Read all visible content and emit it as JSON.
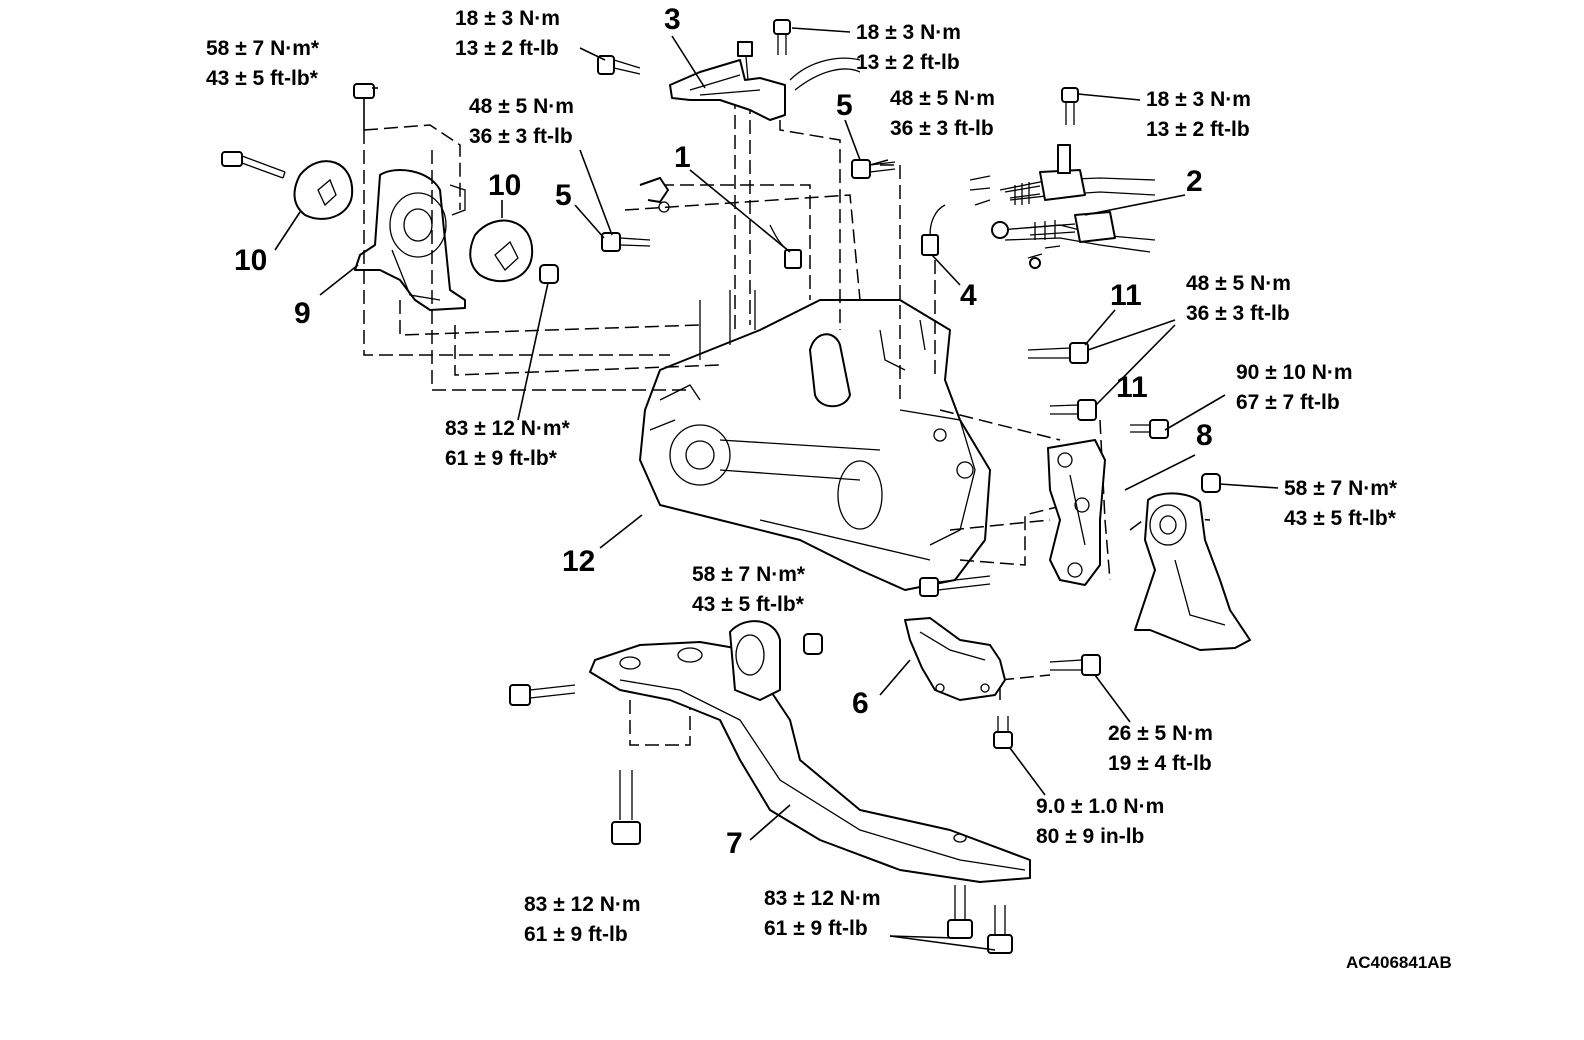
{
  "torque_labels": [
    {
      "id": "t1",
      "line1": "58 ± 7 N·m*",
      "line2": "43 ± 5 ft-lb*"
    },
    {
      "id": "t2",
      "line1": "18 ± 3 N·m",
      "line2": "13 ± 2 ft-lb"
    },
    {
      "id": "t3",
      "line1": "18 ± 3 N·m",
      "line2": "13 ± 2 ft-lb"
    },
    {
      "id": "t4",
      "line1": "48 ± 5 N·m",
      "line2": "36 ± 3 ft-lb"
    },
    {
      "id": "t5",
      "line1": "48 ± 5 N·m",
      "line2": "36 ± 3 ft-lb"
    },
    {
      "id": "t6",
      "line1": "18 ± 3 N·m",
      "line2": "13 ± 2 ft-lb"
    },
    {
      "id": "t7",
      "line1": "48 ± 5 N·m",
      "line2": "36 ± 3 ft-lb"
    },
    {
      "id": "t8",
      "line1": "90 ± 10 N·m",
      "line2": "67 ± 7 ft-lb"
    },
    {
      "id": "t9",
      "line1": "58 ± 7 N·m*",
      "line2": "43 ± 5 ft-lb*"
    },
    {
      "id": "t10",
      "line1": "83 ± 12 N·m*",
      "line2": "61 ± 9 ft-lb*"
    },
    {
      "id": "t11",
      "line1": "58 ± 7 N·m*",
      "line2": "43 ± 5 ft-lb*"
    },
    {
      "id": "t12",
      "line1": "26 ± 5 N·m",
      "line2": "19 ± 4 ft-lb"
    },
    {
      "id": "t13",
      "line1": "9.0 ± 1.0 N·m",
      "line2": "80 ± 9 in-lb"
    },
    {
      "id": "t14",
      "line1": "83 ± 12 N·m",
      "line2": "61 ± 9 ft-lb"
    },
    {
      "id": "t15",
      "line1": "83 ± 12 N·m",
      "line2": "61 ± 9 ft-lb"
    }
  ],
  "callouts": [
    {
      "id": "c1",
      "text": "1"
    },
    {
      "id": "c2",
      "text": "2"
    },
    {
      "id": "c3",
      "text": "3"
    },
    {
      "id": "c4",
      "text": "4"
    },
    {
      "id": "c5a",
      "text": "5"
    },
    {
      "id": "c5b",
      "text": "5"
    },
    {
      "id": "c6",
      "text": "6"
    },
    {
      "id": "c7",
      "text": "7"
    },
    {
      "id": "c8",
      "text": "8"
    },
    {
      "id": "c9",
      "text": "9"
    },
    {
      "id": "c10a",
      "text": "10"
    },
    {
      "id": "c10b",
      "text": "10"
    },
    {
      "id": "c11a",
      "text": "11"
    },
    {
      "id": "c11b",
      "text": "11"
    },
    {
      "id": "c12",
      "text": "12"
    }
  ],
  "figure_code": "AC406841AB"
}
